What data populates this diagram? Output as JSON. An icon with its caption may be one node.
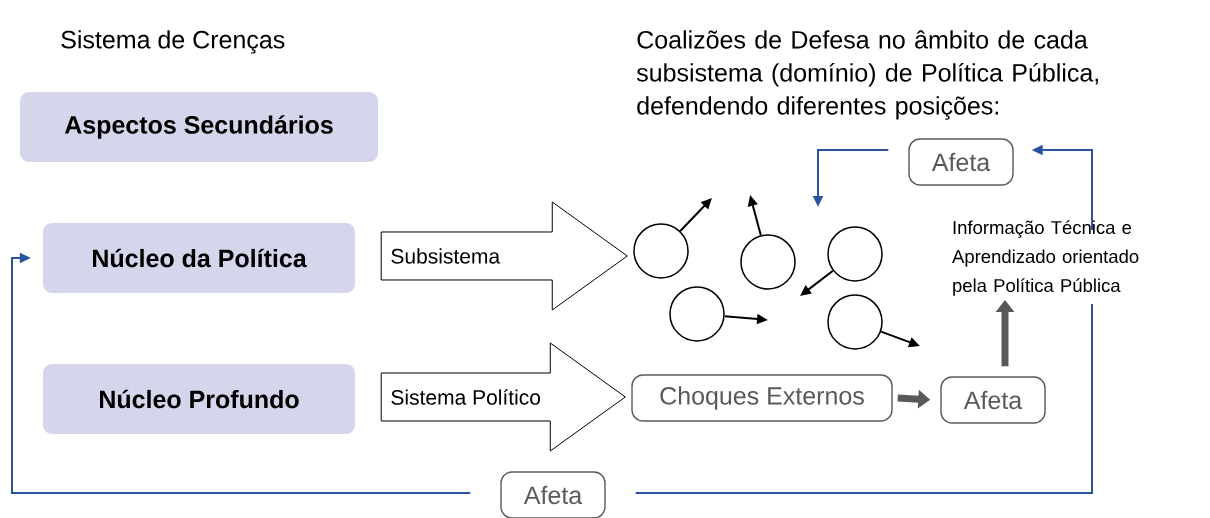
{
  "diagram": {
    "nodes": [
      {
        "text": [
          "Aspectos Secundários"
        ]
      },
      {
        "text": [
          "Núcleo da Política"
        ]
      },
      {
        "text": [
          "Núcleo Profundo"
        ]
      },
      {
        "text": [
          "Choques Externos"
        ]
      },
      {
        "text": [
          "Afeta"
        ]
      },
      {
        "text": [
          "Informação Técnica e Aprendizado orientado pela Política Pública"
        ]
      },
      {
        "text": [
          "Afeta"
        ]
      },
      {
        "text": [
          "Afeta"
        ]
      },
      {
        "text": [],
        "shape": "circle"
      },
      {
        "text": [],
        "shape": "circle"
      },
      {
        "text": [],
        "shape": "circle"
      },
      {
        "text": [],
        "shape": "circle"
      },
      {
        "text": [],
        "shape": "circle"
      }
    ],
    "edges": [
      {
        "from": 1,
        "to": 8,
        "arrow": "to",
        "style": "thick",
        "label": "Subsistema"
      },
      {
        "from": 2,
        "to": 3,
        "arrow": "to",
        "style": "thick",
        "label": "Sistema Político"
      },
      {
        "from": 3,
        "to": 4,
        "arrow": "to",
        "style": "thick",
        "color": "#595959"
      },
      {
        "from": 4,
        "to": 5,
        "arrow": "to",
        "style": "thick",
        "color": "#595959"
      },
      {
        "from": 5,
        "to": 6,
        "arrow": "to",
        "color": "#2a52a0"
      },
      {
        "from": 6,
        "to": null,
        "arrow": "to",
        "color": "#2a52a0"
      },
      {
        "from": 5,
        "to": 7,
        "arrow": "none",
        "color": "#2a52a0"
      },
      {
        "from": 7,
        "to": 1,
        "arrow": "to",
        "color": "#2a52a0"
      },
      {
        "from": 8,
        "to": null,
        "arrow": "to"
      },
      {
        "from": 9,
        "to": null,
        "arrow": "to"
      },
      {
        "from": 10,
        "to": null,
        "arrow": "to"
      },
      {
        "from": 11,
        "to": null,
        "arrow": "to"
      },
      {
        "from": 12,
        "to": null,
        "arrow": "to"
      }
    ],
    "labels": [
      "Sistema de Crenças",
      "Coalizões de Defesa no âmbito de cada subsistema (domínio) de Política Pública, defendendo diferentes posições:"
    ]
  }
}
